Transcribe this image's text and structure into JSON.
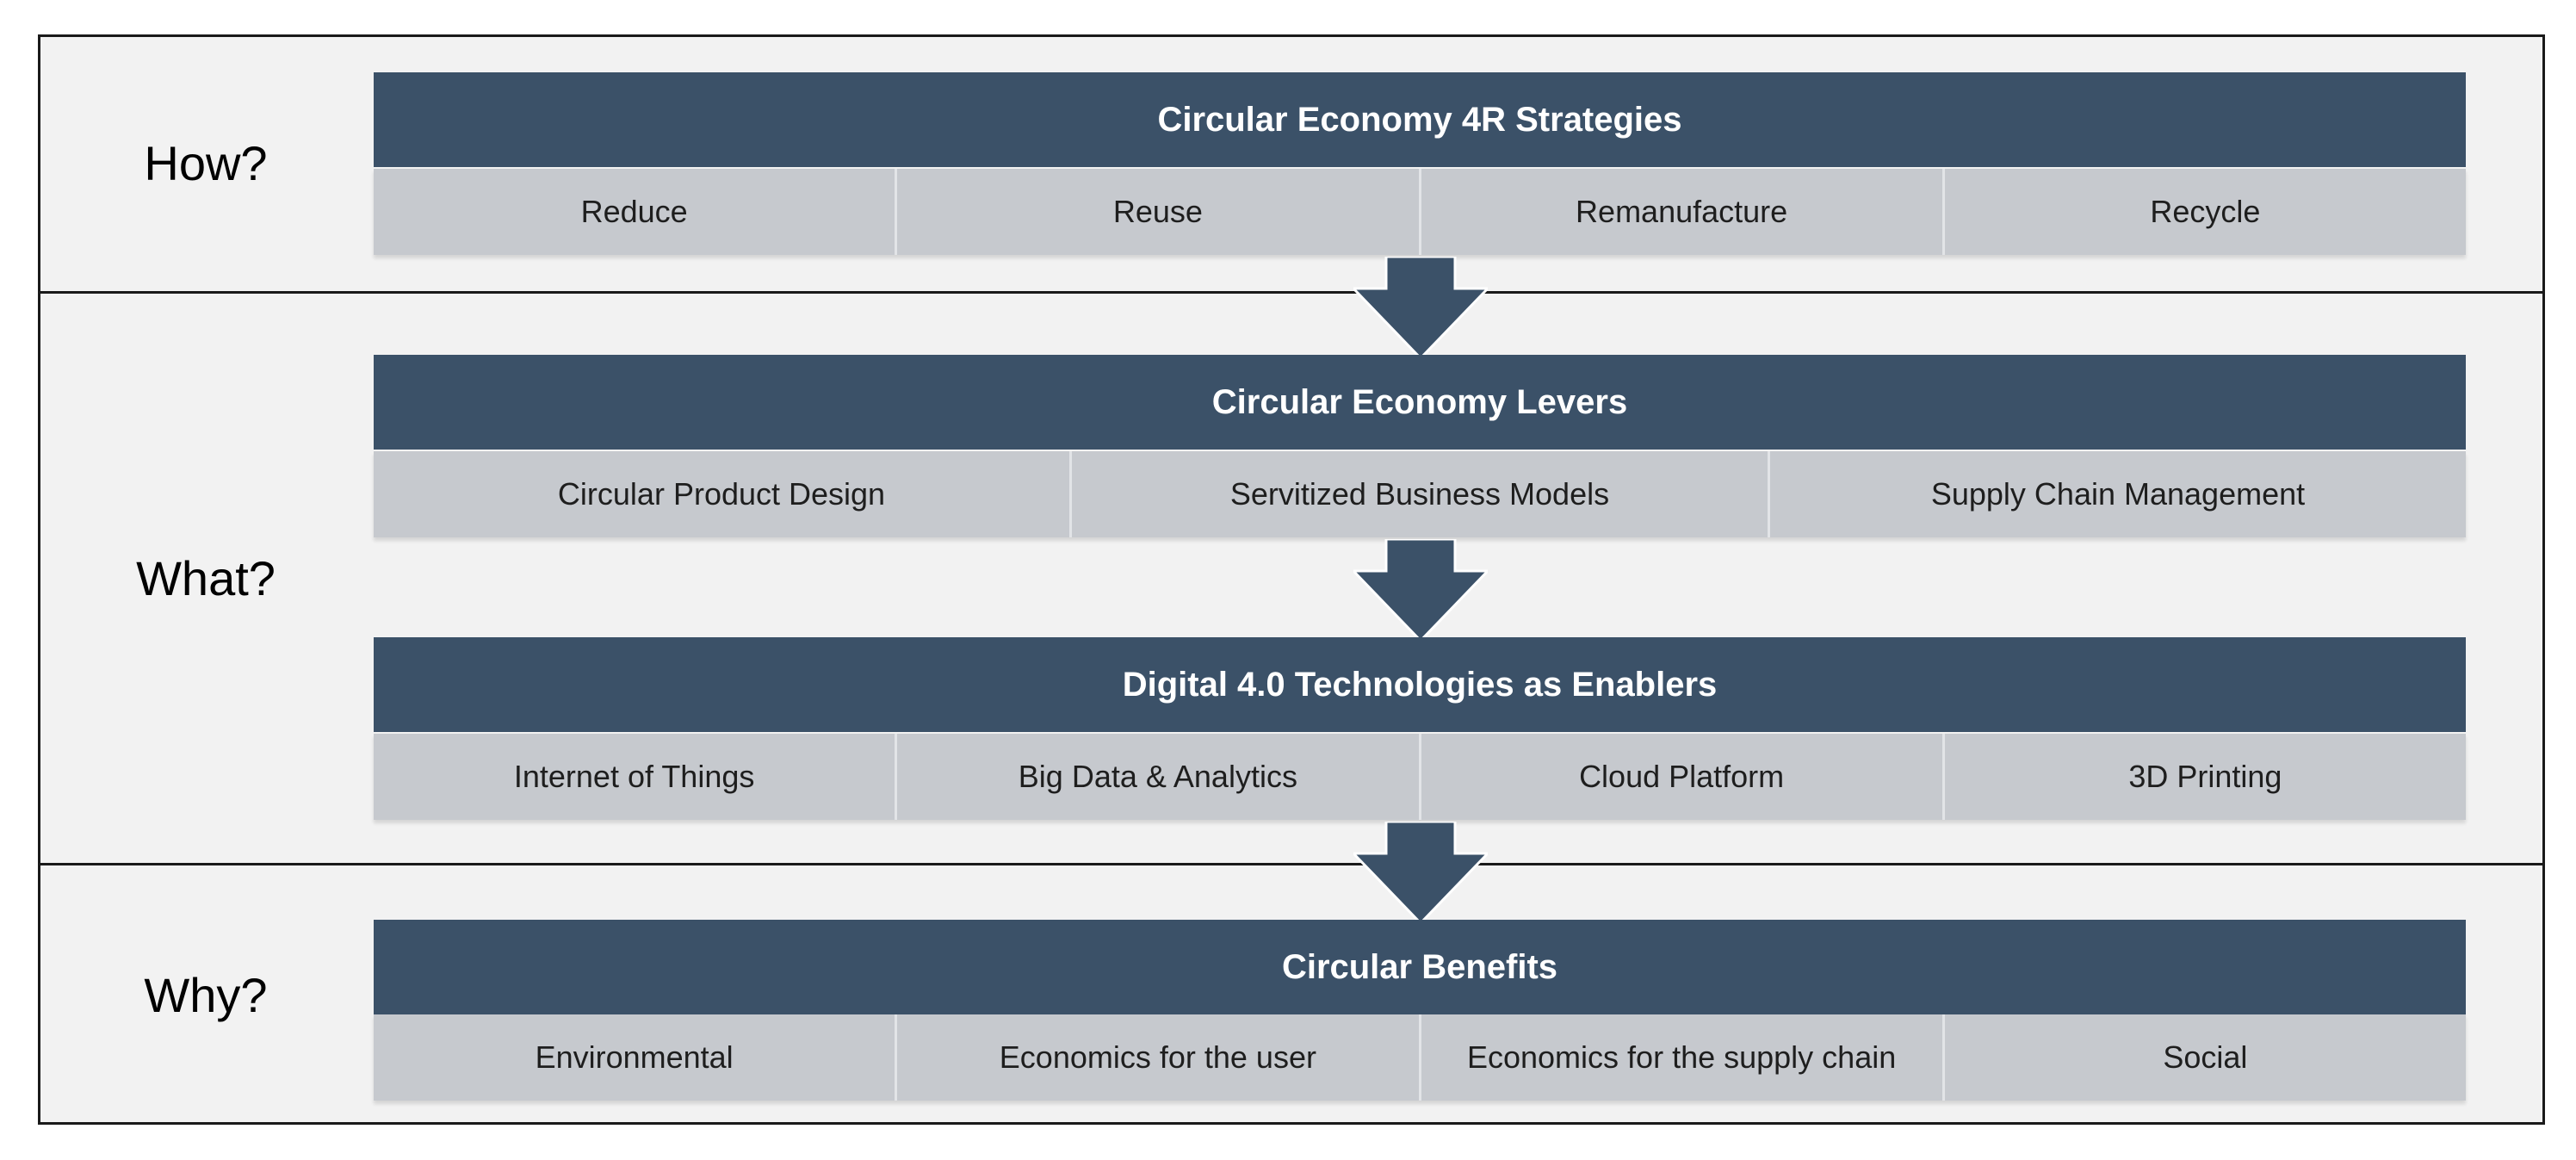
{
  "rows": {
    "how": "How?",
    "what": "What?",
    "why": "Why?"
  },
  "strategies": {
    "title": "Circular Economy 4R Strategies",
    "items": [
      "Reduce",
      "Reuse",
      "Remanufacture",
      "Recycle"
    ]
  },
  "levers": {
    "title": "Circular Economy Levers",
    "items": [
      "Circular Product Design",
      "Servitized Business Models",
      "Supply Chain Management"
    ]
  },
  "technologies": {
    "title": "Digital 4.0 Technologies as Enablers",
    "items": [
      "Internet of Things",
      "Big Data & Analytics",
      "Cloud Platform",
      "3D Printing"
    ]
  },
  "benefits": {
    "title": "Circular Benefits",
    "items": [
      "Environmental",
      "Economics for the user",
      "Economics for the supply chain",
      "Social"
    ]
  },
  "colors": {
    "header": "#3b5168",
    "cell": "#c6c9ce",
    "arrow": "#3b5168",
    "panel": "#f2f2f2"
  },
  "icons": {
    "flow_arrow": "down-arrow-icon"
  }
}
